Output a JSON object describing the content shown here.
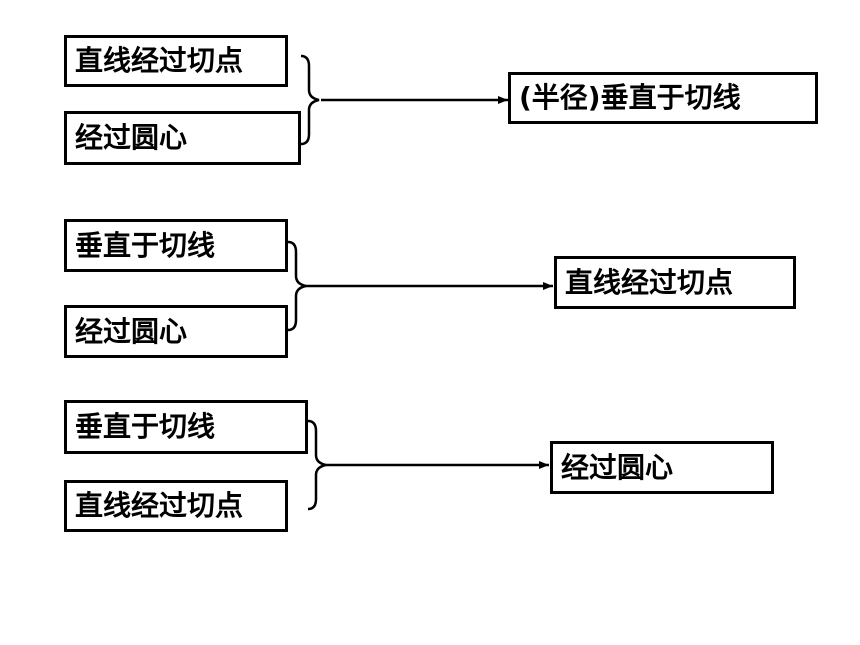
{
  "rules": [
    {
      "premises": [
        "直线经过切点",
        "经过圆心"
      ],
      "conclusion": "(半径)垂直于切线"
    },
    {
      "premises": [
        "垂直于切线",
        "经过圆心"
      ],
      "conclusion": "直线经过切点"
    },
    {
      "premises": [
        "垂直于切线",
        "直线经过切点"
      ],
      "conclusion": "经过圆心"
    }
  ]
}
